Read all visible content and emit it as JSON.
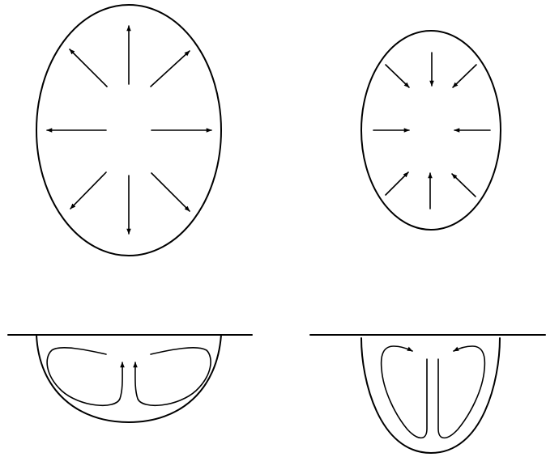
{
  "colors": {
    "background": "#ffffff",
    "ink": "#000000"
  },
  "panels": [
    {
      "id": "expanding-ellipse",
      "shape": "ellipse",
      "flow_direction": "outward",
      "arrow_count": 8
    },
    {
      "id": "contracting-ellipse",
      "shape": "ellipse",
      "flow_direction": "inward",
      "arrow_count": 8
    },
    {
      "id": "shallow-bowl-circulation",
      "shape": "half-bowl",
      "flow_direction": "rising-center",
      "arrow_count": 2
    },
    {
      "id": "deep-bowl-circulation",
      "shape": "deep-u",
      "flow_direction": "sinking-center",
      "arrow_count": 2
    }
  ]
}
